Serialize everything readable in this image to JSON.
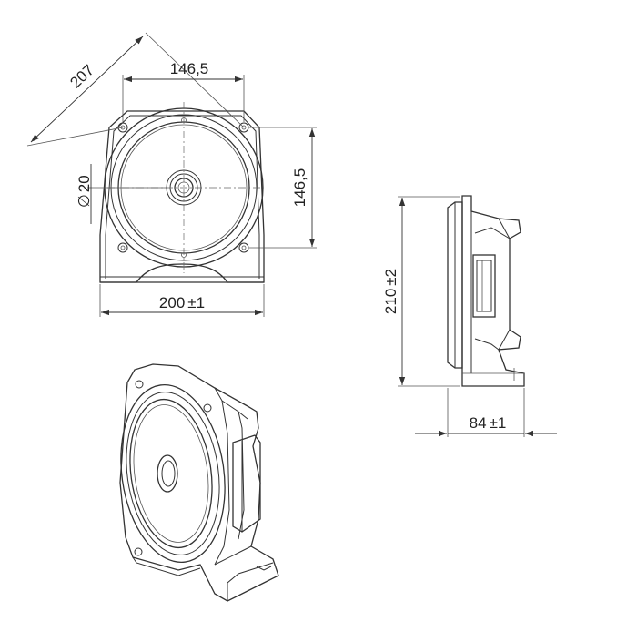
{
  "dimensions": {
    "diagonal": "207",
    "top_width": "146,5",
    "diameter_prefix": "∅",
    "diameter_value": "20",
    "vertical_spacing": "146,5",
    "base_width": "200",
    "base_tol": "±1",
    "height": "210",
    "height_tol": "±2",
    "depth": "84",
    "depth_tol": "±1"
  }
}
